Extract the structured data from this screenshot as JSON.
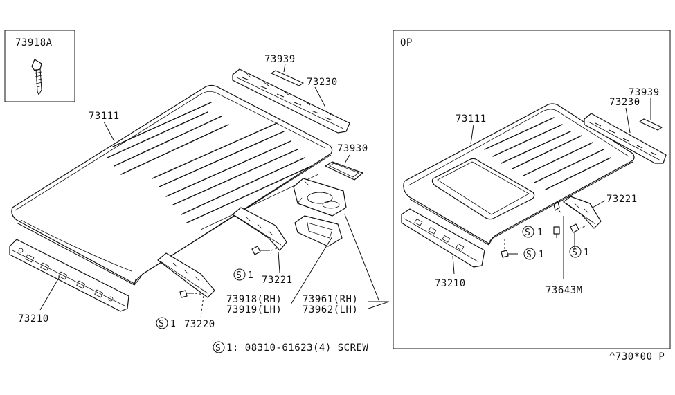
{
  "diagram": {
    "inset_part_number": "73918A",
    "option_box_label": "OP",
    "screw_note": {
      "symbol": "S",
      "text": "1: 08310-61623(4) SCREW"
    },
    "footer_code": "^730*00 P",
    "left_labels": {
      "roof_panel": "73111",
      "front_rail": "73210",
      "rear_rail": "73230",
      "rear_seal": "73939",
      "side_rail_221": "73221",
      "side_rail_220": "73220",
      "lamp_cover": "73930",
      "bracket_rh": "73918(RH)",
      "bracket_lh": "73919(LH)",
      "bracket_961_rh": "73961(RH)",
      "bracket_962_lh": "73962(LH)",
      "screw_a": "1",
      "screw_b": "1"
    },
    "right_labels": {
      "roof_panel": "73111",
      "rear_rail": "73230",
      "rear_seal": "73939",
      "side_rail": "73221",
      "front_rail": "73210",
      "drain_hose": "73643M",
      "screw_a": "1",
      "screw_b": "1",
      "screw_c": "1"
    }
  }
}
